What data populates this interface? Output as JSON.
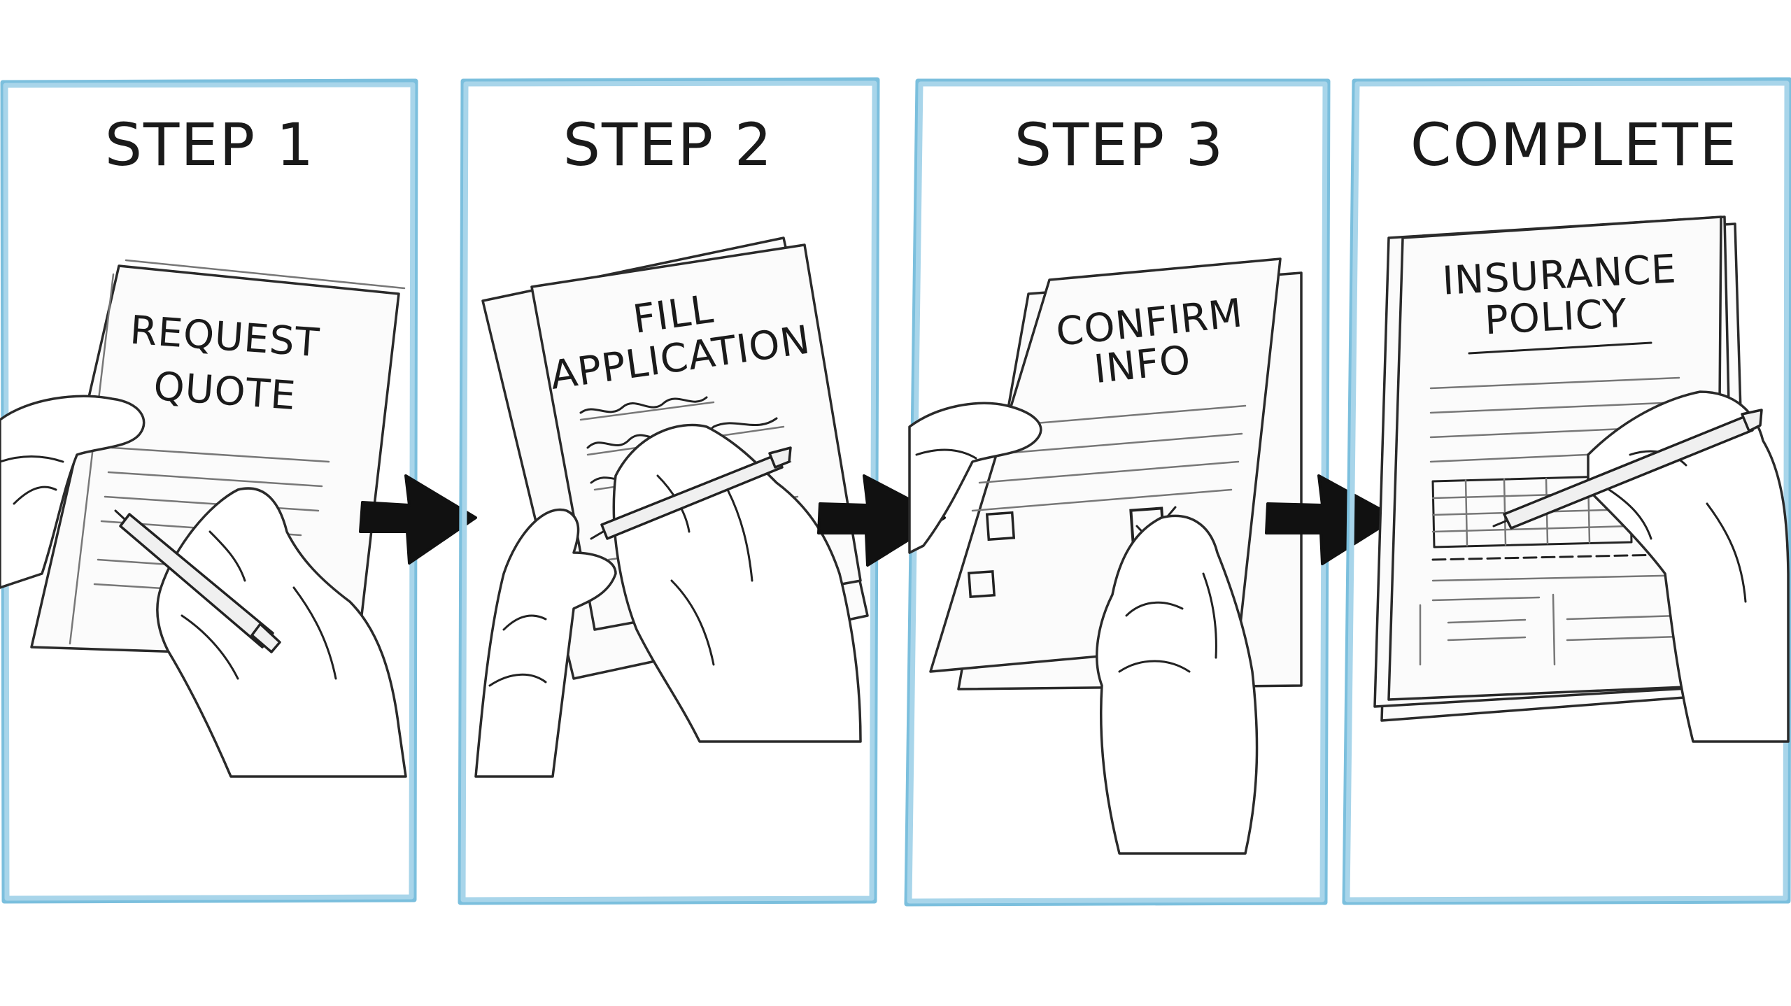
{
  "colors": {
    "frame": "#7bbfdd",
    "ink": "#1a1a1a",
    "arrow": "#111111",
    "background": "#ffffff"
  },
  "panels": [
    {
      "title": "STEP 1",
      "doc_lines": [
        "REQUEST",
        "QUOTE"
      ]
    },
    {
      "title": "STEP 2",
      "doc_lines": [
        "FILL",
        "APPLICATION"
      ]
    },
    {
      "title": "STEP 3",
      "doc_lines": [
        "CONFIRM",
        "INFO"
      ]
    },
    {
      "title": "COMPLETE",
      "doc_lines": [
        "INSURANCE",
        "POLICY"
      ]
    }
  ],
  "arrows": [
    {
      "icon": "right-arrow-icon"
    },
    {
      "icon": "right-arrow-icon"
    },
    {
      "icon": "right-arrow-icon"
    }
  ],
  "icons": {
    "hand": "hand-illustration",
    "pen": "pen-icon",
    "checkbox": "checkbox-icon"
  }
}
